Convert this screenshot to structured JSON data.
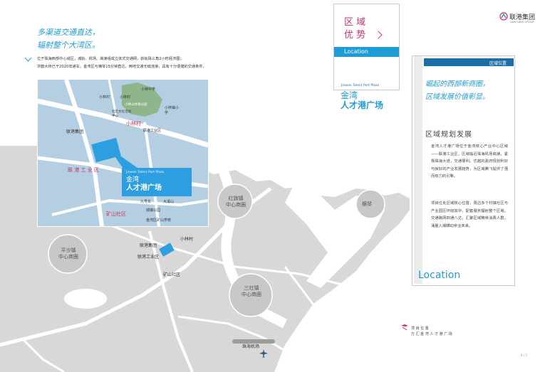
{
  "header": {
    "headline_line1": "多渠道交通直达，",
    "headline_line2": "辐射整个大湾区。",
    "intro_line1": "位于珠海西部中心城区，城轨、机场、高速组成立体式交通网，获轨珠三角2小时经济圈；",
    "intro_line2": "洪鹤大桥已于2020年通车，金湾区与横琴15分钟直达，两地交通无缝连接，具有十分便捷的交通条件。"
  },
  "nav": {
    "title_line1": "区 域",
    "title_line2": "优 势",
    "arrow": "chevron-right-icon",
    "location_label": "Location",
    "project_en": "Jinwan Talent Port Plaza",
    "project_cn_line1": "金湾",
    "project_cn_line2": "人才港广场"
  },
  "brand": {
    "logo_name": "联港集团",
    "logo_sub": "LIAN GANG GROUP"
  },
  "panel": {
    "header_label": "区域位置",
    "slogan_line1": "崛起的西部新商圈，",
    "slogan_line2": "区域发展价值彰显。",
    "section_title": "区域规划发展",
    "paragraph1": "金湾人才港广场位于金湾核心产业中心区域——联港工业区，区域临近珠海机场高速，紧靠珠海大道，交通便利。优越的政府规划利好与良好的产业发展趋势，为区域腾飞提供了强而有力的引擎。",
    "paragraph2": "项目位处区域核心位置，周边多个村镇社区与产业园区环绕其中，配套服务辐射整个区域。交通路网四通八达，汇聚区域精英消费人群，涌量入潮蹒动亲业未来。",
    "location_word": "Location"
  },
  "map": {
    "inset": {
      "xiaolin_middle_school": "小林中学",
      "xiaolin_village_a": "小林村",
      "xiaolin_village_b": "小林村",
      "xiaolin_park": "小林山体育公园",
      "xiaolin_primary": "小林镇小学",
      "community_center": "社区文化活动中心",
      "liangang_group": "联港集团",
      "liangang_park": "联港工业区",
      "red_xiaolin": "小林村",
      "red_liangang": "联 港 工 业 区",
      "red_kuangshan": "矿山社区",
      "jiuyuan": "九号东",
      "dajiangshan": "大溪山",
      "school": "金湾区矿山学校",
      "tangzhuang": "城镇公园",
      "callout_en": "Jinwan Talent Port Plaza",
      "callout_cn_line1": "金湾",
      "callout_cn_line2": "人才港广场"
    },
    "big": {
      "xiaolin_village": "小林村",
      "liangang_group": "联港集团",
      "liangang_park": "联港工业区",
      "kuangshan": "矿山社区",
      "pingsha_line1": "平沙镇",
      "pingsha_line2": "中心商圈",
      "hongqi_line1": "红旗镇",
      "hongqi_line2": "中心商圈",
      "sanzao_line1": "三灶镇",
      "sanzao_line2": "中心商圈",
      "hengqin": "横琴",
      "airport": "珠海机场"
    }
  },
  "footer": {
    "caption_line1": "项 目 位 置",
    "caption_line2": "万 汇 金 湾 人 才 港 广 场",
    "page_number": "8 / 7"
  },
  "colors": {
    "accent": "#1f9bd6",
    "magenta": "#c8305a",
    "map_land": "#d8d8d8",
    "map_road": "#ffffff",
    "inset_bg": "#b5cfe2",
    "plaza": "#2d9fe0"
  }
}
